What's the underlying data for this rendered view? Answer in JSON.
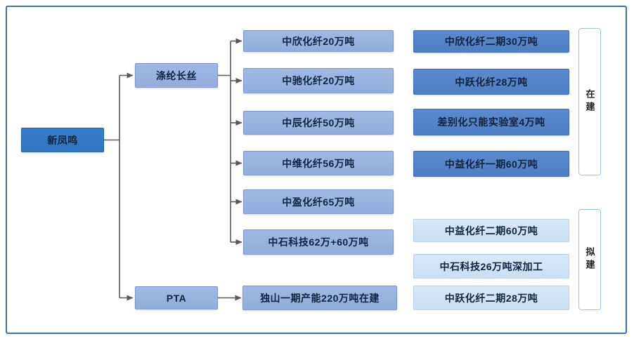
{
  "colors": {
    "root_blue": "#2E74C0",
    "branch_blue": "#92ACDC",
    "construction_blue": "#4D7FC4",
    "proposed_blue": "#CBDFF3",
    "frame_border": "#41719C",
    "label_border": "#9CC2E6",
    "line_gray": "#595959",
    "text_dark": "#10233F"
  },
  "diagram": {
    "root": {
      "label": "新凤鸣"
    },
    "branches": [
      {
        "label": "涤纶长丝",
        "children": [
          {
            "label": "中欣化纤20万吨"
          },
          {
            "label": "中驰化纤20万吨"
          },
          {
            "label": "中辰化纤50万吨"
          },
          {
            "label": "中维化纤56万吨"
          },
          {
            "label": "中盈化纤65万吨"
          },
          {
            "label": "中石科技62万+60万吨"
          }
        ]
      },
      {
        "label": "PTA",
        "children": [
          {
            "label": "独山一期产能220万吨在建"
          }
        ]
      }
    ],
    "status_groups": [
      {
        "label": "在建",
        "items": [
          {
            "label": "中欣化纤二期30万吨"
          },
          {
            "label": "中跃化纤28万吨"
          },
          {
            "label": "差别化只能实验室4万吨"
          },
          {
            "label": "中益化纤一期60万吨"
          }
        ]
      },
      {
        "label": "拟建",
        "items": [
          {
            "label": "中益化纤二期60万吨"
          },
          {
            "label": "中石科技26万吨深加工"
          },
          {
            "label": "中跃化纤二期28万吨"
          }
        ]
      }
    ]
  }
}
